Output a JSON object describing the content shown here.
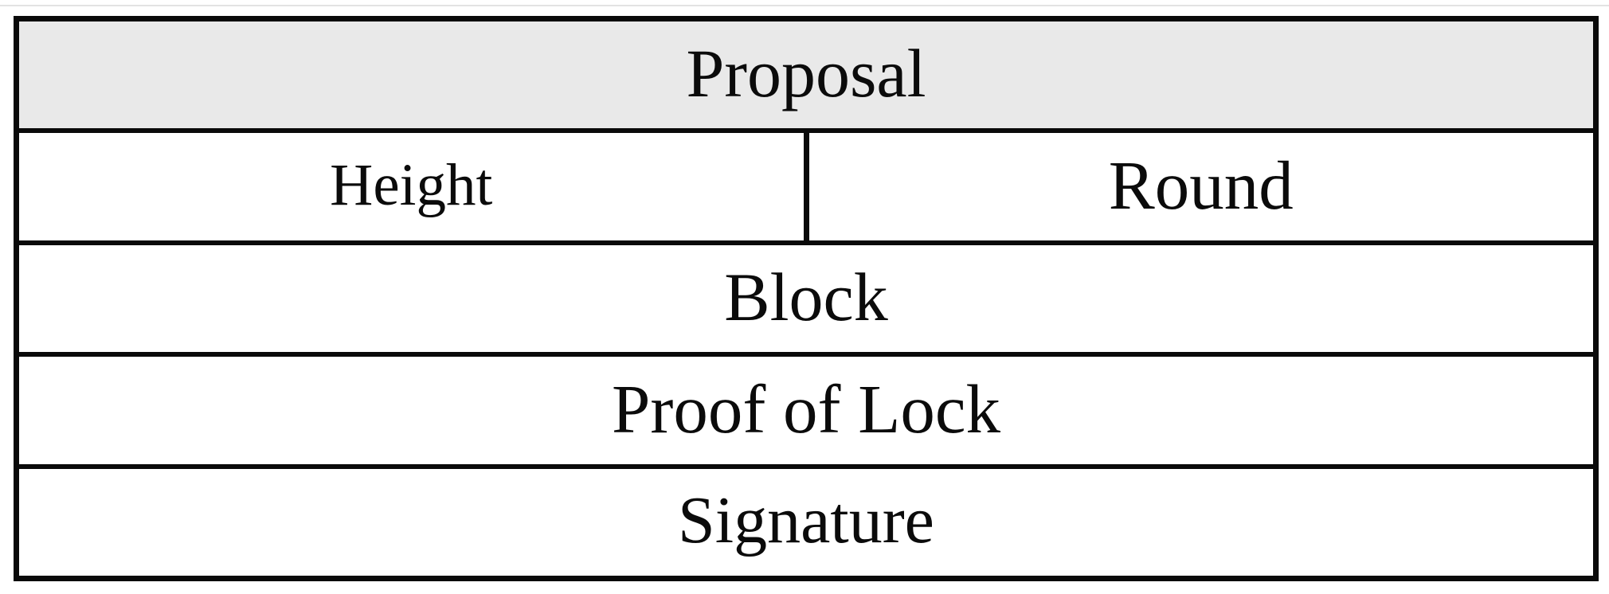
{
  "diagram": {
    "kind": "message-structure-table",
    "header": {
      "label": "Proposal"
    },
    "fields": {
      "height": "Height",
      "round": "Round",
      "block": "Block",
      "proof_of_lock": "Proof of Lock",
      "signature": "Signature"
    },
    "colors": {
      "header_bg": "#e9e9e9",
      "row_bg": "#ffffff",
      "border": "#0a0a0a",
      "text": "#0b0b0b",
      "page_bg": "#ffffff"
    }
  }
}
